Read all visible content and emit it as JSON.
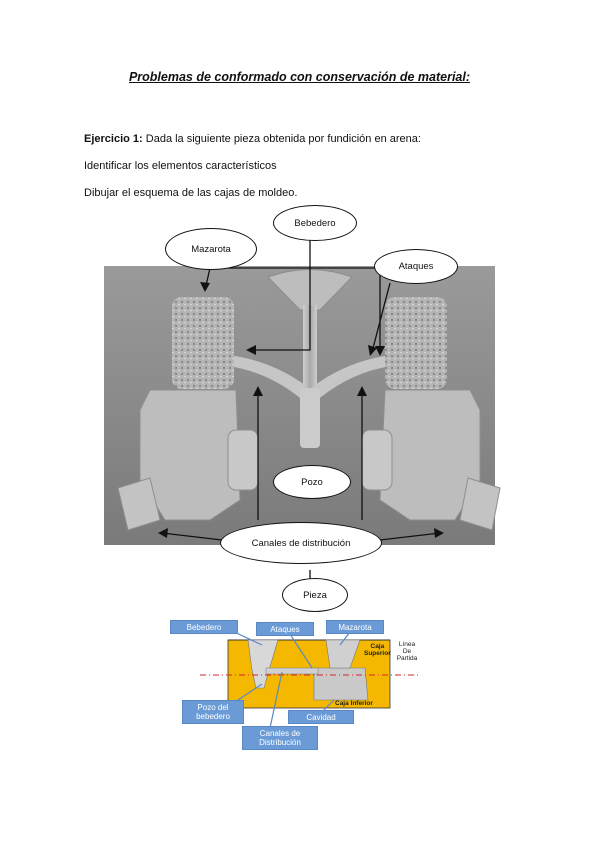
{
  "title": "Problemas de conformado con conservación de material:",
  "exercise": {
    "label": "Ejercicio 1:",
    "statement": " Dada la siguiente pieza obtenida por fundición en arena:",
    "task1": "Identificar los elementos característicos",
    "task2": "Dibujar el esquema de las cajas de moldeo."
  },
  "photo_callouts": {
    "bebedero": "Bebedero",
    "mazarota": "Mazarota",
    "ataques": "Ataques",
    "pozo": "Pozo",
    "canales": "Canales de distribución",
    "pieza": "Pieza"
  },
  "diagram": {
    "bebedero": "Bebedero",
    "ataques": "Ataques",
    "mazarota": "Mazarota",
    "caja_superior": [
      "Caja",
      "Superior"
    ],
    "caja_inferior": "Caja Inferior",
    "linea_particion": [
      "Línea",
      "De",
      "Partida"
    ],
    "pozo": [
      "Pozo del",
      "bebedero"
    ],
    "canales": [
      "Canales de",
      "Distribución"
    ],
    "cavidad": "Cavidad",
    "colors": {
      "mold": "#f5b800",
      "label": "#6b9bd6",
      "parting_line": "#d9252a"
    }
  }
}
